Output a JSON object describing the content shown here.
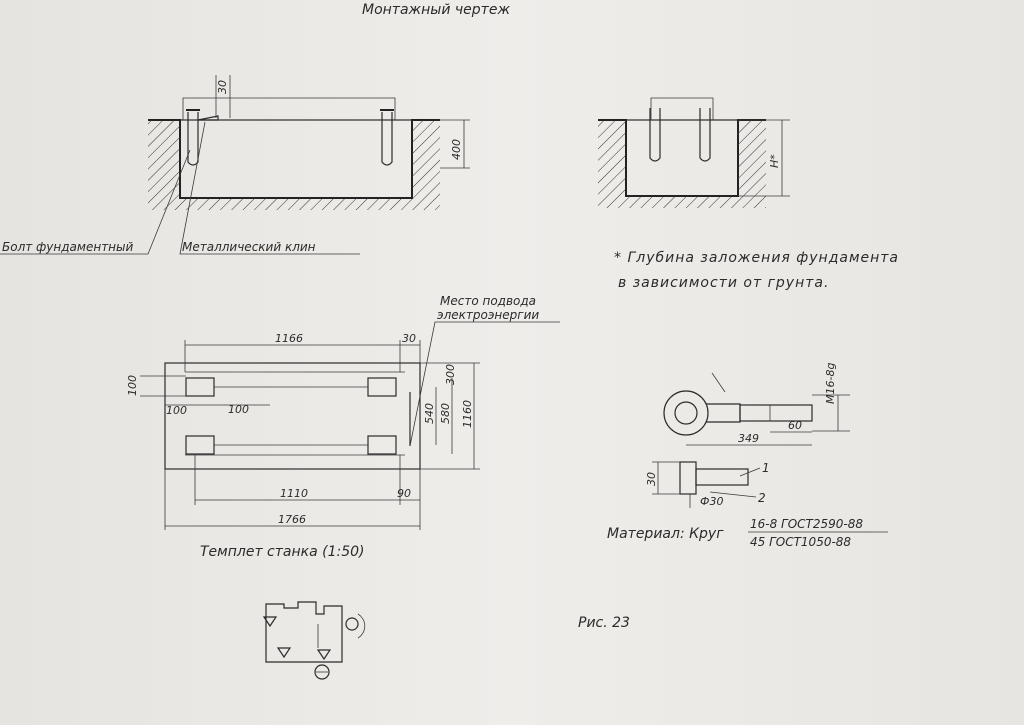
{
  "title": "Монтажный чертеж",
  "section_left": {
    "dim_top": "30",
    "dim_depth": "400",
    "label_bolt": "Болт фундаментный",
    "label_wedge": "Металлический клин"
  },
  "section_right": {
    "dim_depth": "H*"
  },
  "note": {
    "line1": "* Глубина заложения фундамента",
    "line2": "в зависимости от грунта."
  },
  "template": {
    "power_label_line1": "Место подвода",
    "power_label_line2": "электроэнергии",
    "dims": {
      "top_1166": "1166",
      "top_30": "30",
      "left_100_vertical": "100",
      "inner_100_a": "100",
      "inner_100_b": "100",
      "right_300": "300",
      "right_540": "540",
      "right_580": "580",
      "right_1160": "1160",
      "bottom_1110": "1110",
      "bottom_90": "90",
      "bottom_1766": "1766"
    },
    "caption": "Темплет станка (1:50)"
  },
  "bolt": {
    "dim_thread": "М16-8g",
    "dim_349": "349",
    "dim_60": "60",
    "dim_30": "30",
    "dim_phi30": "Ф30",
    "callout_1": "1",
    "callout_2": "2",
    "material_prefix": "Материал: Круг",
    "material_top": "16-8 ГОСТ2590-88",
    "material_bottom": "45 ГОСТ1050-88"
  },
  "figure_caption": "Рис. 23"
}
